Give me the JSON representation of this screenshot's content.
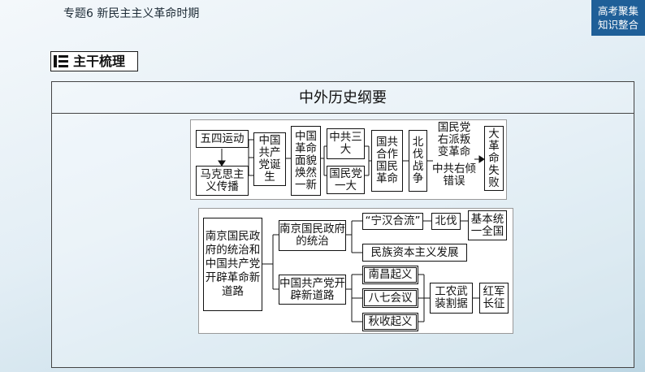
{
  "header": {
    "topic": "专题6  新民主主义革命时期",
    "badge_line1": "高考聚集",
    "badge_line2": "知识整合"
  },
  "section": {
    "title": "主干梳理",
    "icon": "heading-bar-icon"
  },
  "diagram": {
    "title": "中外历史纲要",
    "panel1": {
      "wusi": "五四运动",
      "makesi": "马克思主义传播",
      "dansheng": "中国共产党诞生",
      "mianmao": "中国革命面貌焕然一新",
      "sanda": "中共三大",
      "yida": "国民党一大",
      "hezuo": "国共合作国民革命",
      "beifa": "北伐战争",
      "youpai": "国民党右派叛变革命",
      "youqing": "中共右倾错误",
      "shibai": "大革命失败"
    },
    "panel2": {
      "main": "南京国民政府的统治和中国共产党开辟革命新道路",
      "tongzhi": "南京国民政府的统治",
      "ningyan": "“宁汉合流”",
      "beifa": "北伐",
      "tongyi": "基本统一全国",
      "minzu": "民族资本主义发展",
      "kaipi": "中国共产党开辟新道路",
      "nanchang": "南昌起义",
      "baqi": "八七会议",
      "qiushou": "秋收起义",
      "gongnong": "工农武装割据",
      "hongjun": "红军长征"
    }
  }
}
